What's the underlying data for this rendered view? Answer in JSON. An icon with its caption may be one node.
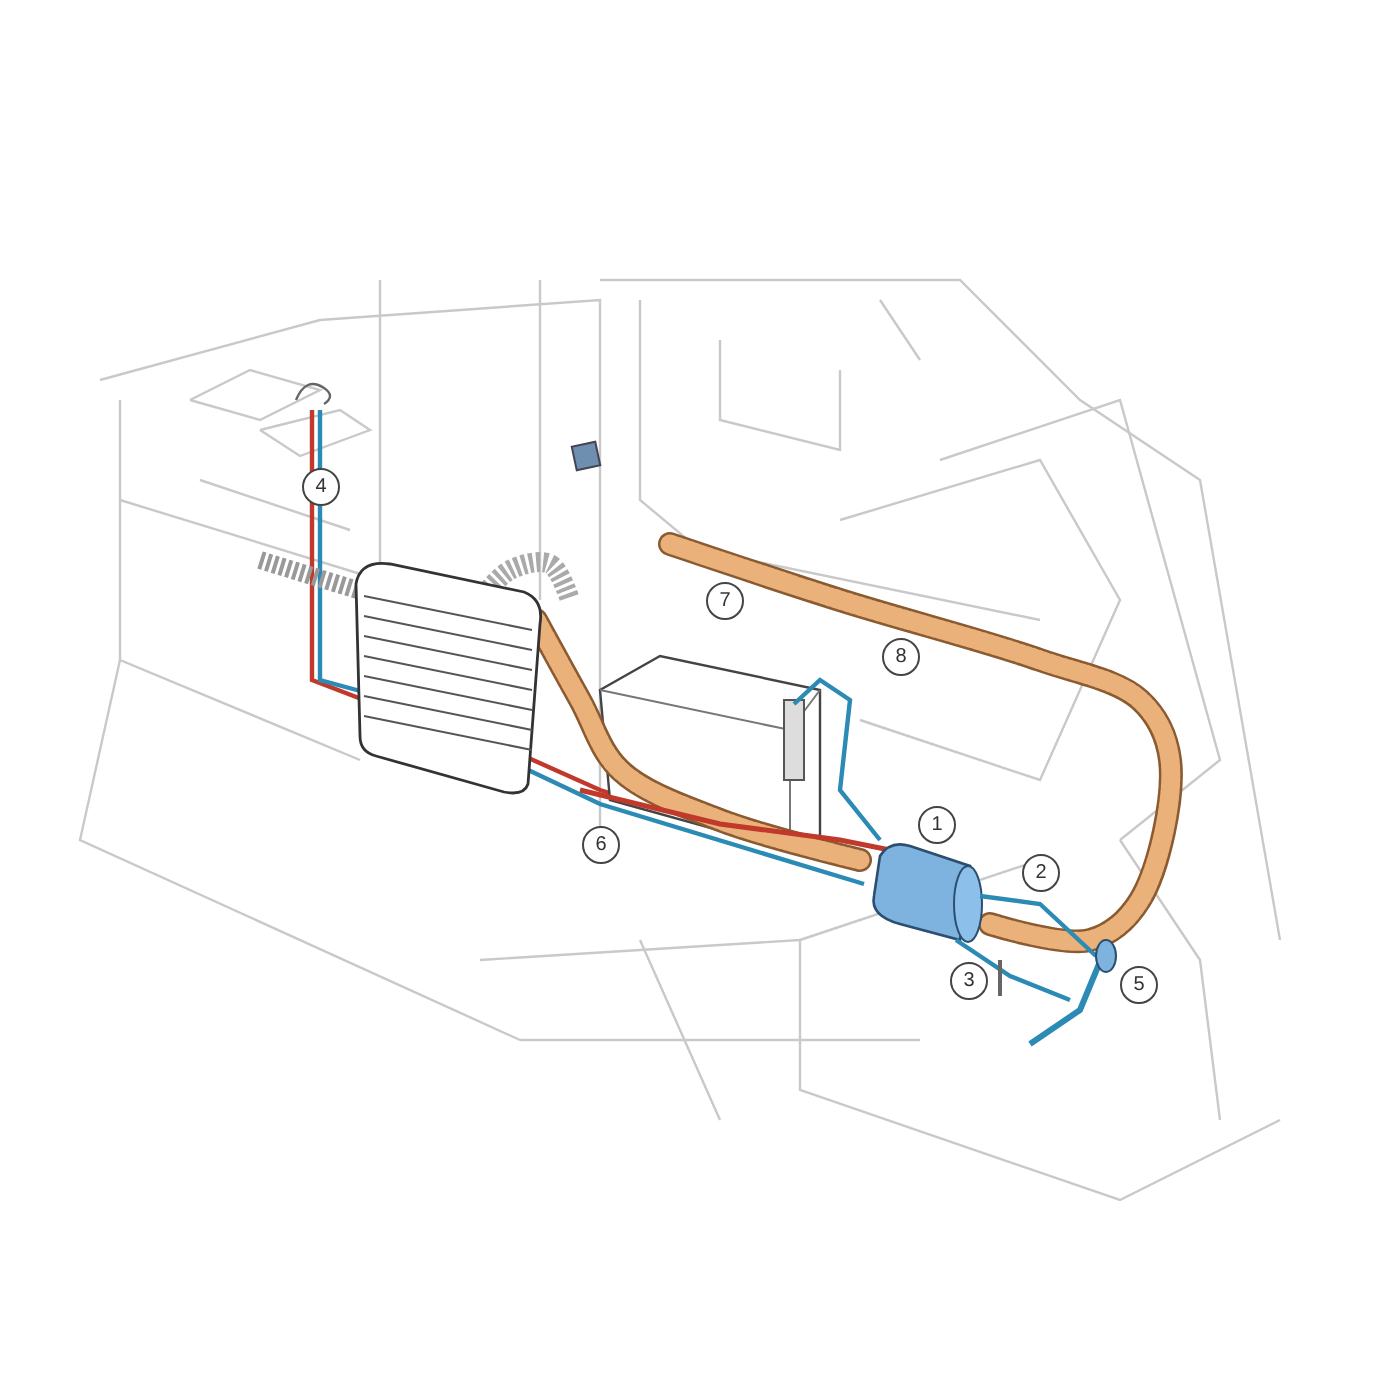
{
  "diagram": {
    "labels": [
      "4",
      "7",
      "8",
      "6",
      "1",
      "2",
      "3",
      "5"
    ]
  }
}
